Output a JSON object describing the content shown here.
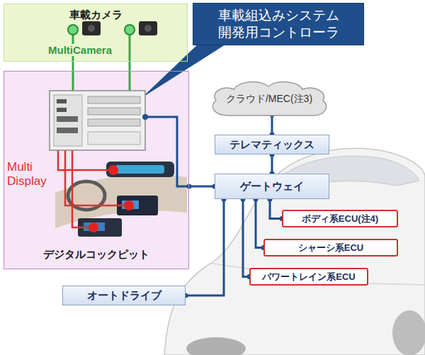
{
  "diagram": {
    "nodes": [
      {
        "text": [
          "車載カメラ"
        ]
      },
      {
        "text": [
          "デジタルコックピット"
        ]
      },
      {
        "text": [
          "車載組込みシステム 開発用コントローラ"
        ]
      },
      {
        "text": [
          "クラウド/MEC(注3)"
        ]
      },
      {
        "text": [
          "テレマティックス"
        ]
      },
      {
        "text": [
          "ゲートウェイ"
        ]
      },
      {
        "text": [
          "ボディ系ECU(注4)"
        ]
      },
      {
        "text": [
          "シャーシ系ECU"
        ]
      },
      {
        "text": [
          "パワートレイン系ECU"
        ]
      },
      {
        "text": [
          "オートドライブ"
        ]
      }
    ],
    "edges": [
      {
        "from": 3,
        "to": 4,
        "arrow": "none"
      },
      {
        "from": 4,
        "to": 5,
        "arrow": "none"
      },
      {
        "from": 5,
        "to": 6,
        "arrow": "none"
      },
      {
        "from": 5,
        "to": 7,
        "arrow": "none"
      },
      {
        "from": 5,
        "to": 8,
        "arrow": "none"
      },
      {
        "from": 5,
        "to": 9,
        "arrow": "none"
      },
      {
        "from": 1,
        "to": 5,
        "arrow": "none"
      }
    ],
    "labels": [
      "MultiCamera",
      "Multi Display"
    ]
  }
}
